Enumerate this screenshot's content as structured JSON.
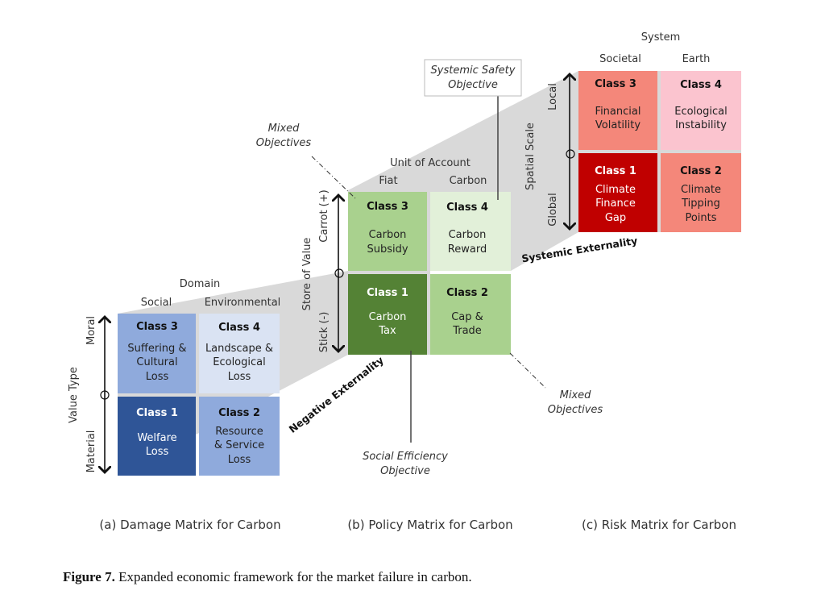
{
  "figure": {
    "caption_label": "Figure 7.",
    "caption_text": " Expanded economic framework for the market failure in carbon."
  },
  "colors": {
    "connector_gray": "#d9d9d9",
    "damage": {
      "c1": "#2f5597",
      "c2": "#8faadc",
      "c3": "#8faadc",
      "c4": "#dae3f3"
    },
    "policy": {
      "c1": "#548235",
      "c2": "#a9d18e",
      "c3": "#a9d18e",
      "c4": "#e2f0d9"
    },
    "risk": {
      "c1": "#c00000",
      "c2": "#f4877a",
      "c3": "#f4877a",
      "c4": "#fbc4cf"
    }
  },
  "damage": {
    "subtitle": "(a) Damage Matrix for Carbon",
    "col_axis_title": "Domain",
    "col_left": "Social",
    "col_right": "Environmental",
    "row_axis_title": "Value Type",
    "row_top": "Moral",
    "row_bottom": "Material",
    "cells": {
      "c3": {
        "title": "Class 3",
        "lines": [
          "Suffering &",
          "Cultural",
          "Loss"
        ]
      },
      "c4": {
        "title": "Class 4",
        "lines": [
          "Landscape &",
          "Ecological",
          "Loss"
        ]
      },
      "c1": {
        "title": "Class 1",
        "lines": [
          "Welfare",
          "Loss"
        ]
      },
      "c2": {
        "title": "Class 2",
        "lines": [
          "Resource",
          "& Service",
          "Loss"
        ]
      }
    }
  },
  "policy": {
    "subtitle": "(b) Policy Matrix for Carbon",
    "col_axis_title": "Unit of Account",
    "col_left": "Fiat",
    "col_right": "Carbon",
    "row_axis_title": "Store of Value",
    "row_top": "Carrot (+)",
    "row_bottom": "Stick (-)",
    "cells": {
      "c3": {
        "title": "Class 3",
        "lines": [
          "Carbon",
          "Subsidy"
        ]
      },
      "c4": {
        "title": "Class 4",
        "lines": [
          "Carbon",
          "Reward"
        ]
      },
      "c1": {
        "title": "Class 1",
        "lines": [
          "Carbon",
          "Tax"
        ]
      },
      "c2": {
        "title": "Class 2",
        "lines": [
          "Cap &",
          "Trade"
        ]
      }
    }
  },
  "risk": {
    "subtitle": "(c) Risk Matrix for Carbon",
    "col_axis_title": "System",
    "col_left": "Societal",
    "col_right": "Earth",
    "row_axis_title": "Spatial Scale",
    "row_top": "Local",
    "row_bottom": "Global",
    "cells": {
      "c3": {
        "title": "Class 3",
        "lines": [
          "Financial",
          "Volatility"
        ]
      },
      "c4": {
        "title": "Class 4",
        "lines": [
          "Ecological",
          "Instability"
        ]
      },
      "c1": {
        "title": "Class 1",
        "lines": [
          "Climate",
          "Finance",
          "Gap"
        ]
      },
      "c2": {
        "title": "Class 2",
        "lines": [
          "Climate",
          "Tipping",
          "Points"
        ]
      }
    }
  },
  "connectors": {
    "negative_externality": "Negative Externality",
    "systemic_externality": "Systemic Externality"
  },
  "annotations": {
    "mixed_top": [
      "Mixed",
      "Objectives"
    ],
    "mixed_bottom": [
      "Mixed",
      "Objectives"
    ],
    "social_efficiency": [
      "Social Efficiency",
      "Objective"
    ],
    "systemic_safety": [
      "Systemic Safety",
      "Objective"
    ]
  }
}
